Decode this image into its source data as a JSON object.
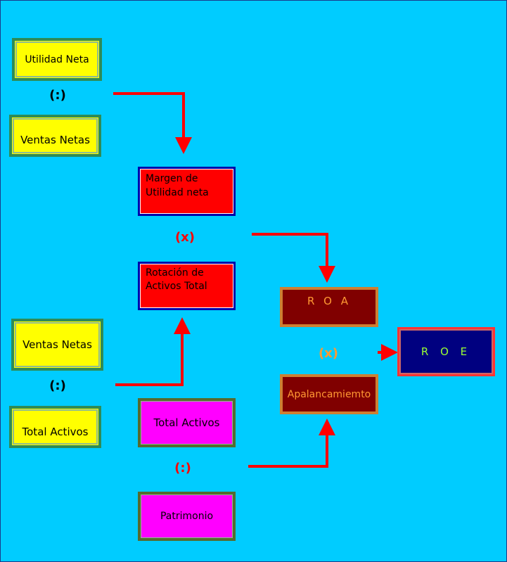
{
  "boxes": {
    "utilidad_neta": "Utilidad Neta",
    "ventas_netas_1": "Ventas Netas",
    "margen": "Margen de Utilidad neta",
    "rotacion": "Rotación de Activos Total",
    "ventas_netas_2": "Ventas Netas",
    "total_activos_1": "Total Activos",
    "total_activos_2": "Total Activos",
    "patrimonio": "Patrimonio",
    "roa": "R O A",
    "apalancamiento": "Apalancamiemto",
    "roe": "R O E"
  },
  "operators": {
    "divide_1": "(:)",
    "multiply_1": "(x)",
    "divide_2": "(:)",
    "divide_3": "(:)",
    "multiply_2": "(x)"
  },
  "colors": {
    "background": "#00ccff",
    "arrow": "#ff0000",
    "yellow_box": "#ffff00",
    "red_box": "#ff0000",
    "magenta_box": "#ff00ff",
    "maroon_box": "#800000",
    "navy_box": "#000080",
    "orange_text": "#ff9933",
    "green_text": "#99ff33"
  }
}
